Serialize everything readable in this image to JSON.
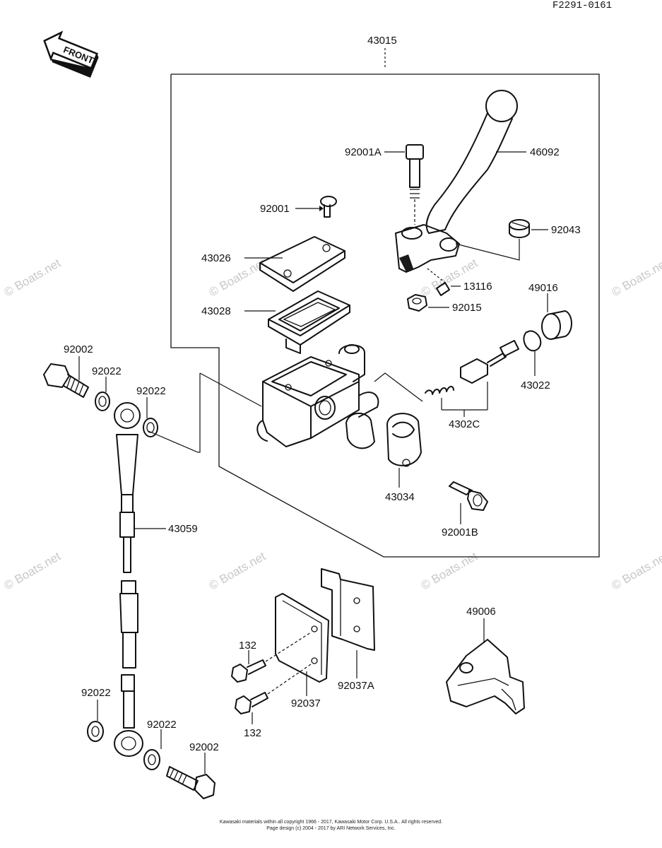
{
  "diagram_code": "F2291-0161",
  "front_label": "FRONT",
  "watermark": "© Boats.net",
  "labels": {
    "assembly": "43015",
    "lever": "46092",
    "screw_a": "92001A",
    "screw": "92001",
    "screw_b": "92001B",
    "nut_cap": "92043",
    "cap": "43026",
    "diaphragm": "43028",
    "pin": "13116",
    "nut": "92015",
    "boot": "49016",
    "circlip": "43022",
    "piston_set": "4302C",
    "clamp": "43034",
    "banjo_bolt_top": "92002",
    "washer_1": "92022",
    "washer_2": "92022",
    "hose": "43059",
    "washer_3": "92022",
    "washer_4": "92022",
    "banjo_bolt_bottom": "92002",
    "bolt_1": "132",
    "bolt_2": "132",
    "bracket": "92037",
    "bracket_a": "92037A",
    "cover": "49006"
  },
  "footer": {
    "line1": "Kawasaki materials within all copyright 1966 - 2017, Kawasaki Motor Corp. U.S.A.. All rights reserved.",
    "line2": "Page design (c) 2004 - 2017 by ARI Network Services, Inc."
  }
}
